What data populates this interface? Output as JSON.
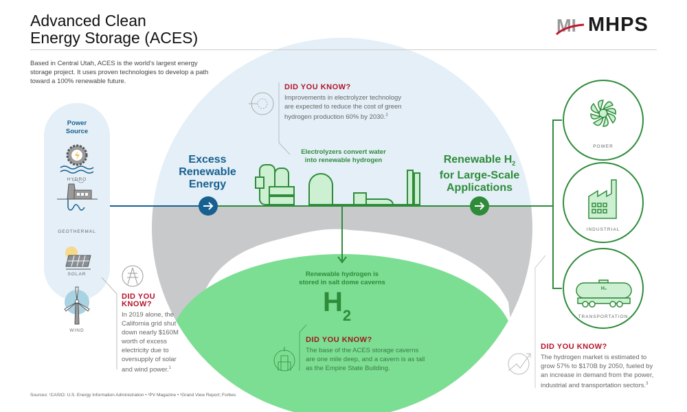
{
  "header": {
    "title_line1": "Advanced Clean",
    "title_line2": "Energy Storage (ACES)",
    "intro": "Based in Central Utah, ACES is the world's largest energy storage project. It uses proven technologies to develop a path toward a 100% renewable future.",
    "logo_text": "MHPS",
    "logo_mark": "MI"
  },
  "power_source": {
    "title_line1": "Power",
    "title_line2": "Source",
    "items": [
      {
        "label": "HYDRO",
        "icon": "hydro-icon"
      },
      {
        "label": "GEOTHERMAL",
        "icon": "geothermal-icon"
      },
      {
        "label": "SOLAR",
        "icon": "solar-icon"
      },
      {
        "label": "WIND",
        "icon": "wind-turbine-icon"
      }
    ]
  },
  "flow": {
    "excess_line1": "Excess",
    "excess_line2": "Renewable",
    "excess_line3": "Energy",
    "electrolyzers_line1": "Electrolyzers convert water",
    "electrolyzers_line2": "into renewable hydrogen",
    "renewable_h2_line1": "Renewable H",
    "renewable_h2_sub": "2",
    "renewable_h2_line2": "for Large-Scale",
    "renewable_h2_line3": "Applications",
    "storage_line1": "Renewable hydrogen is",
    "storage_line2": "stored in salt dome caverns",
    "h2_big": "H",
    "h2_sub": "2"
  },
  "applications": [
    {
      "label": "POWER",
      "icon": "turbine-fan-icon"
    },
    {
      "label": "INDUSTRIAL",
      "icon": "factory-icon"
    },
    {
      "label": "TRANSPORTATION",
      "icon": "tanker-railcar-icon",
      "tank_text": "H₂"
    }
  ],
  "did_you_know": [
    {
      "heading": "DID YOU KNOW?",
      "text": "Improvements in electrolyzer technology are expected to reduce the cost of green hydrogen production 60% by 2030.",
      "ref": "2"
    },
    {
      "heading_line1": "DID YOU",
      "heading_line2": "KNOW?",
      "text": "In 2019 alone, the California grid shut down nearly $160M worth of excess electricity due to oversupply of solar and wind power.",
      "ref": "1"
    },
    {
      "heading": "DID YOU KNOW?",
      "text": "The base of the ACES storage caverns are one mile deep, and a cavern is as tall as the Empire State Building."
    },
    {
      "heading": "DID YOU KNOW?",
      "text": "The hydrogen market is estimated to grow 57% to $170B by 2050, fueled by an increase in demand from the power, industrial and transportation sectors.",
      "ref": "3"
    }
  ],
  "sources": "Sources: ¹CASIO; U.S. Energy Information Administration • ²PV Magazine • ³Grand View Report; Forbes",
  "colors": {
    "blue": "#17608f",
    "green": "#2e8b3a",
    "light_green": "#7bde92",
    "light_blue": "#e4eff7",
    "gray": "#c8c9cb",
    "red": "#b5122b"
  }
}
